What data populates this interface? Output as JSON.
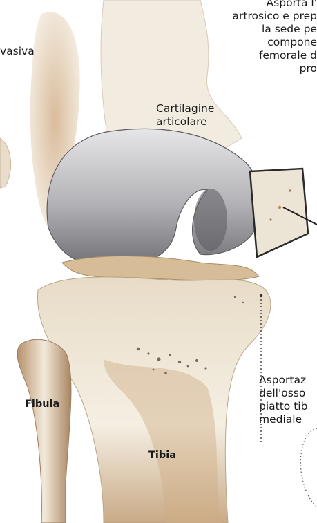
{
  "labels": {
    "top_right": [
      "Asporta l'",
      "artrosico e prep",
      "la sede pe",
      "compone",
      "femorale d",
      "pro"
    ],
    "left": "vasiva",
    "cartilage": [
      "Cartilagine",
      "articolare"
    ],
    "bottom_right": [
      "Asportaz",
      "dell'osso",
      "piatto tib",
      "mediale"
    ],
    "fibula": "Fibula",
    "tibia": "Tibia"
  },
  "colors": {
    "bone_light": "#f3ecdf",
    "bone_tan": "#c6a27b",
    "bone_brown": "#8c6a4e",
    "cartilage_gray": "#a9a9ad",
    "cartilage_dark": "#6e6e73",
    "implant_block": "#e9e1d1",
    "dots": "#7a6a5a"
  }
}
